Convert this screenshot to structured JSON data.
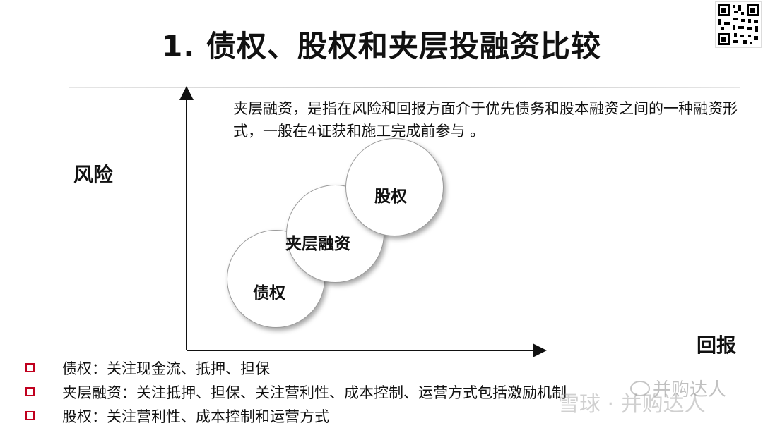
{
  "slide": {
    "title": "1. 债权、股权和夹层投融资比较",
    "description": "夹层融资，是指在风险和回报方面介于优先债务和股本融资之间的一种融资形式，一般在4证获和施工完成前参与 。"
  },
  "diagram": {
    "y_axis_label": "风险",
    "x_axis_label": "回报",
    "bubbles": [
      "债权",
      "夹层融资",
      "股权"
    ],
    "axis_color": "#111111",
    "bubble_border_color": "#9a9a9a"
  },
  "bullets": [
    "债权：关注现金流、抵押、担保",
    "夹层融资：关注抵押、担保、关注营利性、成本控制、运营方式包括激励机制",
    "股权：关注营利性、成本控制和运营方式"
  ],
  "bullet_color": "#c0001e",
  "watermark": {
    "main": "雪球 · 并购达人",
    "small": "并购达人"
  },
  "qr_code": {
    "icon": "qr-code-icon"
  }
}
